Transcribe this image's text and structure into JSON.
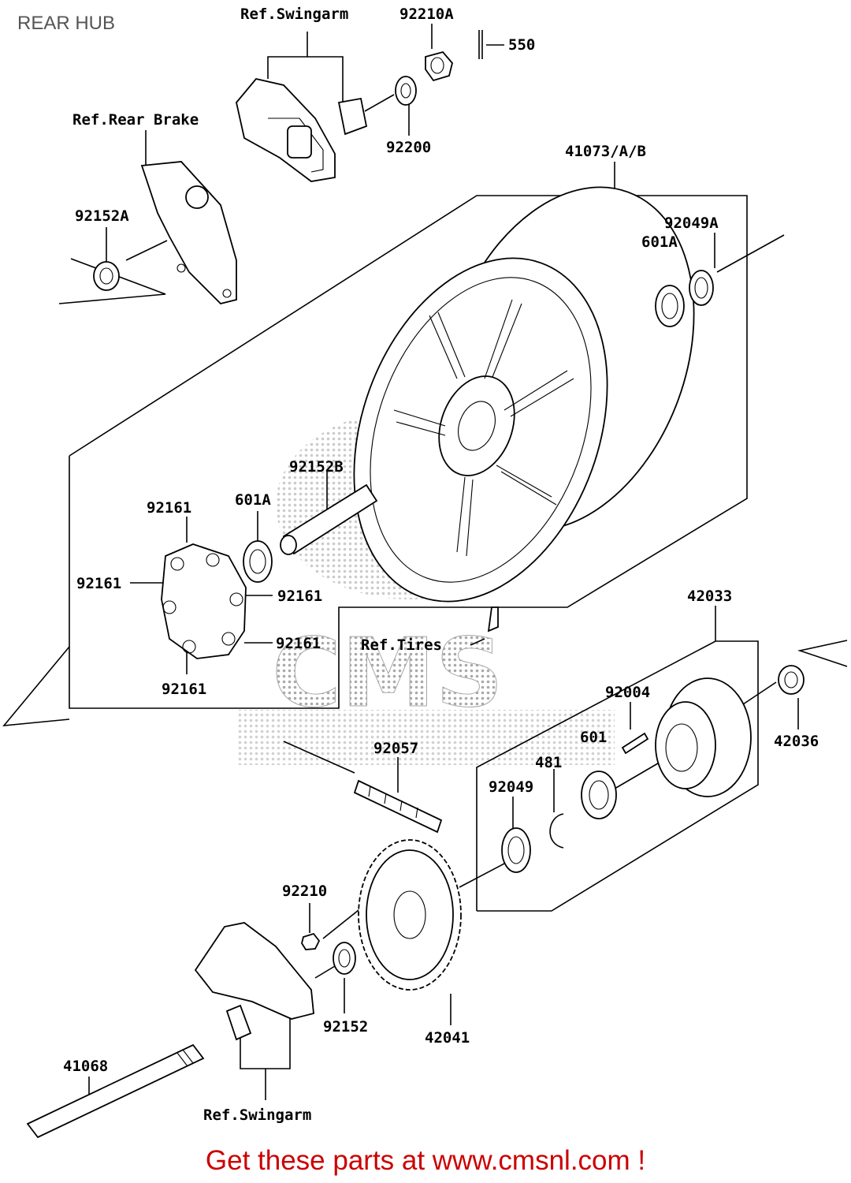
{
  "page": {
    "title": "REAR HUB"
  },
  "labels": {
    "ref_swingarm_top": "Ref.Swingarm",
    "p92210a": "92210A",
    "p550": "550",
    "ref_rear_brake": "Ref.Rear Brake",
    "p92200": "92200",
    "p41073": "41073/A/B",
    "p92152a": "92152A",
    "p92049a": "92049A",
    "p601a_top": "601A",
    "p92152b": "92152B",
    "p92161_a": "92161",
    "p601a_mid": "601A",
    "p92161_b": "92161",
    "p92161_c": "92161",
    "p92161_d": "92161",
    "p92161_e": "92161",
    "ref_tires": "Ref.Tires",
    "p42033": "42033",
    "p92004": "92004",
    "p601": "601",
    "p42036": "42036",
    "p92057": "92057",
    "p481": "481",
    "p92049": "92049",
    "p92210": "92210",
    "p92152": "92152",
    "p42041": "42041",
    "p41068": "41068",
    "ref_swingarm_bottom": "Ref.Swingarm"
  },
  "watermark": {
    "text": "CMS",
    "subtext": ""
  },
  "footer": {
    "text": "Get these parts at www.cmsnl.com !"
  },
  "colors": {
    "footer": "#cc0000",
    "lines": "#000000",
    "watermark": "#9a9a9a"
  }
}
